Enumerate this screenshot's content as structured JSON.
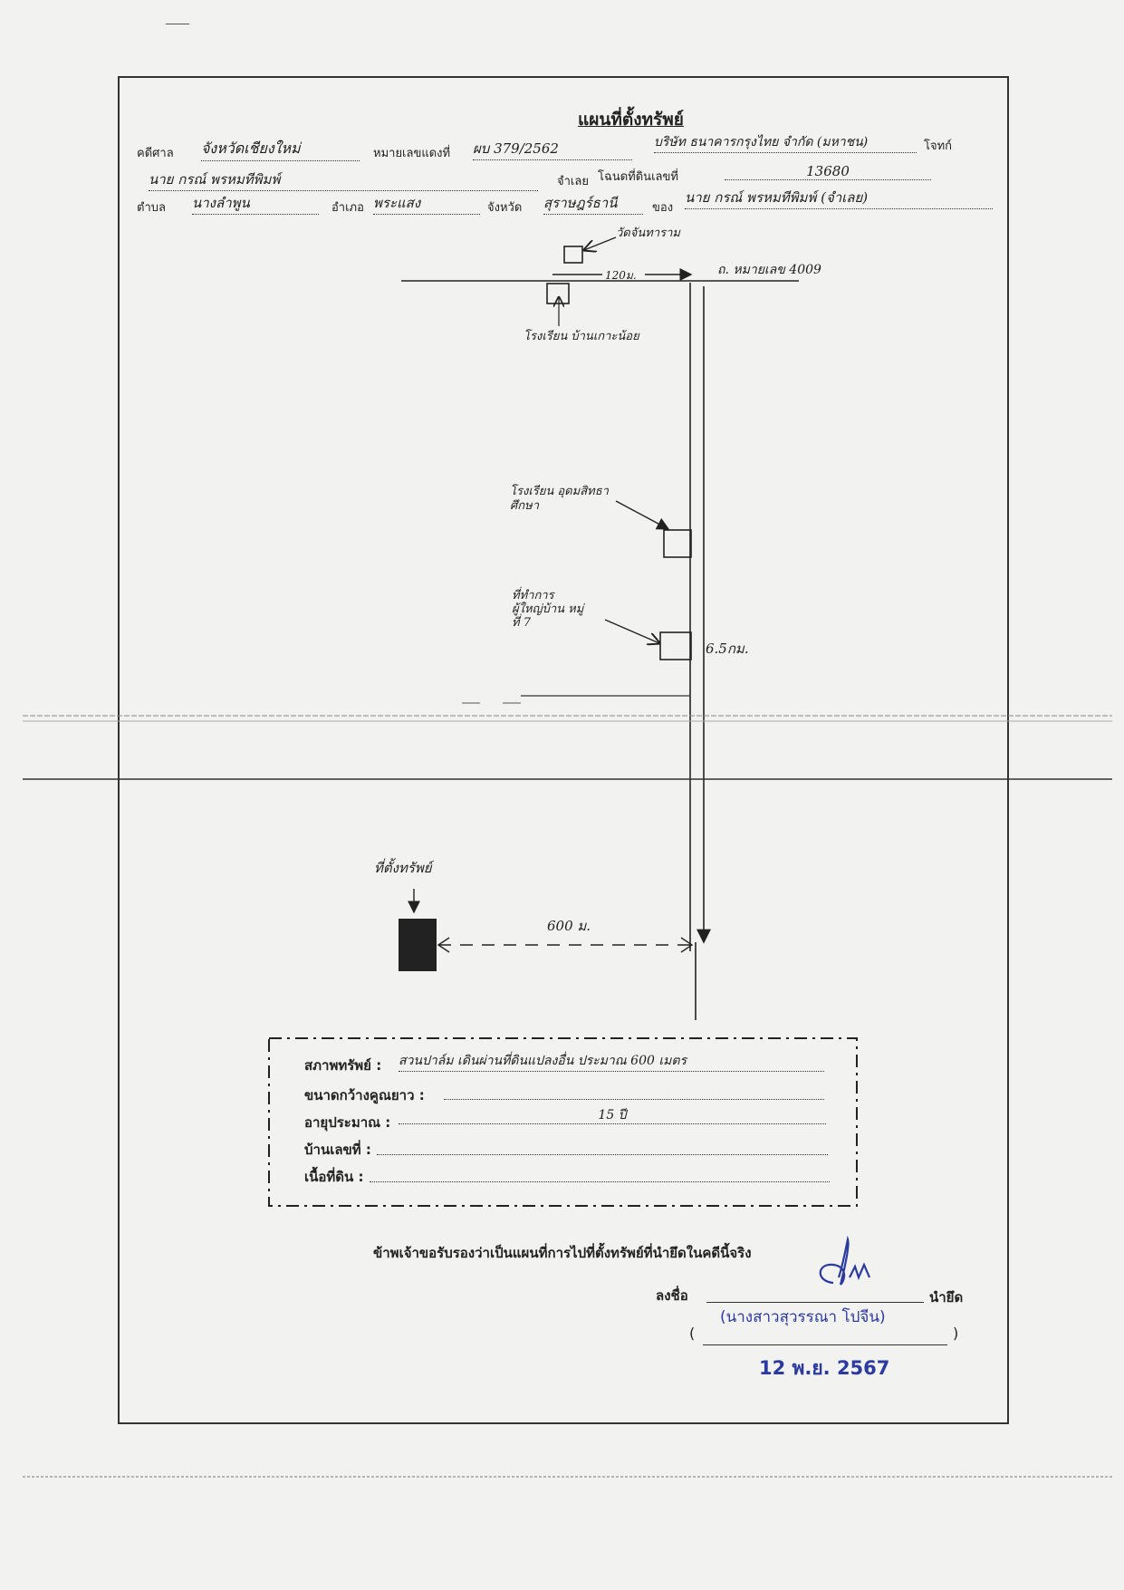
{
  "title": "แผนที่ตั้งทรัพย์",
  "header": {
    "court_label": "คดีศาล",
    "court_value": "จังหวัดเชียงใหม่",
    "case_no_label": "หมายเลขแดงที่",
    "case_no_value": "ผบ 379/2562",
    "plaintiff_value": "บริษัท ธนาคารกรุงไทย จำกัด (มหาชน)",
    "plaintiff_label": "โจทก์",
    "defendant_value": "นาย กรณ์ พรหมทีพิมพ์",
    "defendant_label": "จำเลย",
    "deed_label": "โฉนดที่ดินเลขที่",
    "deed_value": "13680",
    "subdistrict_label": "ตำบล",
    "subdistrict_value": "นางลำพูน",
    "district_label": "อำเภอ",
    "district_value": "พระแสง",
    "province_label": "จังหวัด",
    "province_value": "สุราษฎร์ธานี",
    "owner_label": "ของ",
    "owner_value": "นาย กรณ์ พรหมทีพิมพ์ (จำเลย)"
  },
  "map": {
    "temple": "วัดจันทาราม",
    "distance_120": "120ม.",
    "road_name": "ถ. หมายเลข 4009",
    "school_small": "โรงเรียน บ้านเกาะน้อย",
    "school_mid": "โรงเรียน อุดมสิทธาศึกษา",
    "village_office": "ที่ทำการ ผู้ใหญ่บ้าน หมู่ที่ 7",
    "distance_km": "6.5กม.",
    "property_label": "ที่ตั้งทรัพย์",
    "distance_600": "600 ม."
  },
  "form": {
    "condition_label": "สภาพทรัพย์ :",
    "condition_value": "สวนปาล์ม เดินผ่านที่ดินแปลงอื่น ประมาณ 600 เมตร",
    "size_label": "ขนาดกว้างคูณยาว :",
    "size_value": "",
    "age_label": "อายุประมาณ :",
    "age_value": "15 ปี",
    "house_no_label": "บ้านเลขที่ :",
    "house_no_value": "",
    "land_area_label": "เนื้อที่ดิน :",
    "land_area_value": ""
  },
  "certification": {
    "statement": "ข้าพเจ้าขอรับรองว่าเป็นแผนที่การไปที่ตั้งทรัพย์ที่นำยึดในคดีนี้จริง",
    "sign_label": "ลงชื่อ",
    "seizer_label": "นำยึด",
    "paren_open": "(",
    "paren_close": ")",
    "name_stamp": "(นางสาวสุวรรณา โปจีน)",
    "date_stamp": "12 พ.ย. 2567"
  },
  "colors": {
    "stamp": "#2b3a9e",
    "ink": "#1d1d1d",
    "paper": "#f2f2f0"
  }
}
